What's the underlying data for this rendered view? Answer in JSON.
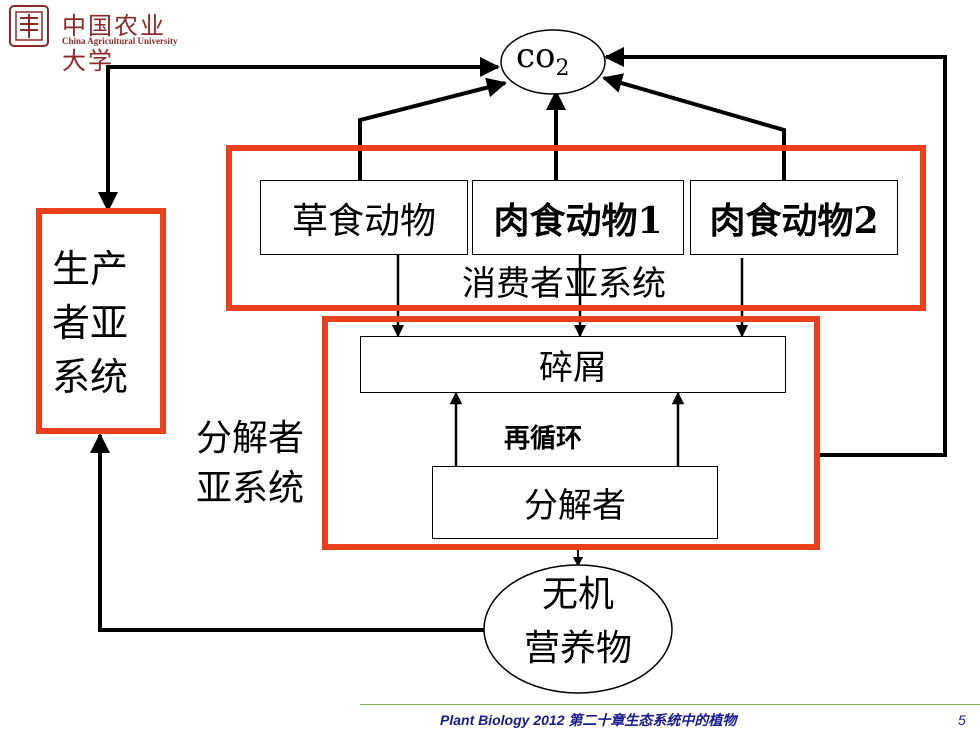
{
  "logo": {
    "cn": "中国农业大学",
    "en": "China Agricultural University"
  },
  "nodes": {
    "co2": "co",
    "co2_sub": "2",
    "herbivore": "草食动物",
    "carnivore1": "肉食动物1",
    "carnivore2": "肉食动物2",
    "consumer_label": "消费者亚系统",
    "producer_label": "生产\n者亚\n系统",
    "detritus": "碎屑",
    "recycle": "再循环",
    "decomposer": "分解者",
    "decomposer_label": "分解者\n亚系统",
    "nutrients": "无机\n营养物"
  },
  "footer": {
    "text": "Plant Biology  2012   第二十章生态系统中的植物",
    "page": "5"
  },
  "colors": {
    "frame": "#e8401c",
    "line": "#000000",
    "footer_text": "#1a1a8c"
  }
}
